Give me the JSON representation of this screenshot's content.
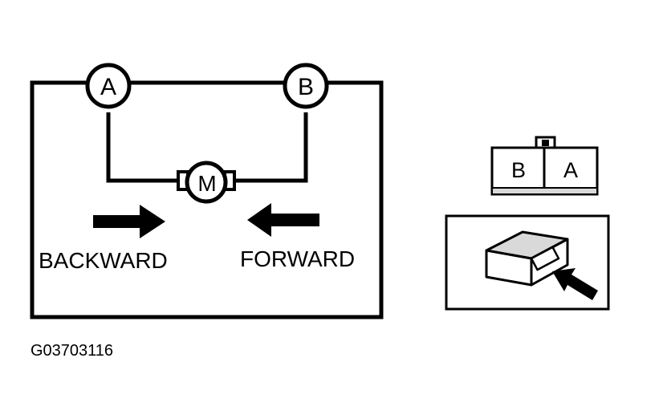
{
  "diagram": {
    "terminals": [
      {
        "id": "a",
        "label": "A"
      },
      {
        "id": "b",
        "label": "B"
      }
    ],
    "motor_label": "M",
    "directions": {
      "backward": "BACKWARD",
      "forward": "FORWARD"
    },
    "connector": {
      "pins": [
        "B",
        "A"
      ]
    },
    "figure_code": "G03703116"
  },
  "colors": {
    "ink": "#000000",
    "background": "#ffffff",
    "connector_fill": "#d9d9d9"
  }
}
